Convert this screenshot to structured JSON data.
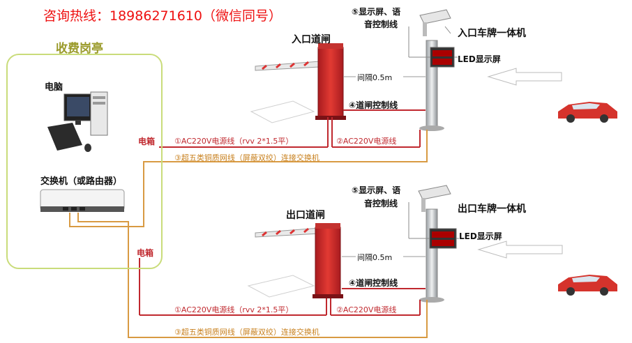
{
  "contact": "咨询热线：18986271610（微信同号）",
  "booth": {
    "title": "收费岗亭",
    "computer": "电脑",
    "switch": "交换机（或路由器）"
  },
  "entrance": {
    "gate": "入口道闸",
    "lpr": "入口车牌一体机",
    "led": "LED显示屏",
    "display_line_1": "⑤显示屏、语",
    "display_line_2": "音控制线",
    "interval": "间隔0.5m",
    "gate_ctrl": "④道闸控制线",
    "power_box": "电箱",
    "power_line": "①AC220V电源线（rvv 2*1.5平）",
    "power_line2": "②AC220V电源线",
    "network_line": "③超五类铜质网线（屏蔽双绞）连接交换机"
  },
  "exit": {
    "gate": "出口道闸",
    "lpr": "出口车牌一体机",
    "led": "LED显示屏",
    "display_line_1": "⑤显示屏、语",
    "display_line_2": "音控制线",
    "interval": "间隔0.5m",
    "gate_ctrl": "④道闸控制线",
    "power_box": "电箱",
    "power_line": "①AC220V电源线（rvv 2*1.5平）",
    "power_line2": "②AC220V电源线",
    "network_line": "③超五类铜质网线（屏蔽双绞）连接交换机"
  },
  "colors": {
    "contact": "#ee1111",
    "power": "#c0282e",
    "network": "#d89a42",
    "gate": "#c8262a",
    "booth_border": "#c9dc7a"
  }
}
